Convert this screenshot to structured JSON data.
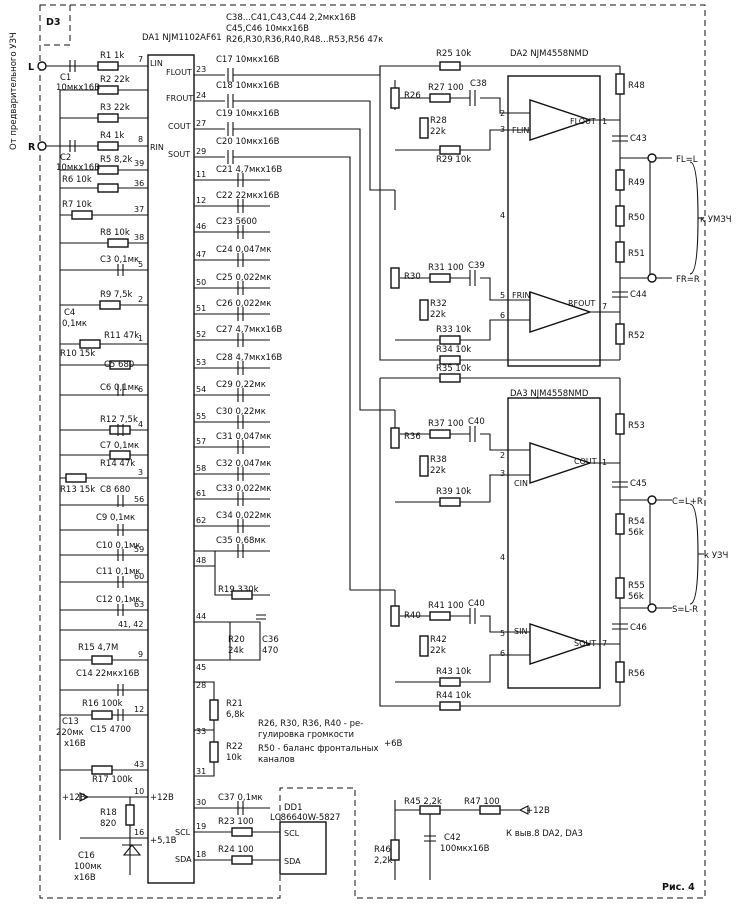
{
  "block": "D3",
  "header": {
    "line1": "C38...C41,C43,C44  2,2мкх16В",
    "line2": "C45,C46  10мкх16В",
    "line3": "R26,R30,R36,R40,R48...R53,R56 47к"
  },
  "ics": {
    "da1": {
      "name": "DA1 NJM1102AF61",
      "pins_left": [
        "LIN",
        "RIN"
      ],
      "pins_right": [
        "FLOUT",
        "FROUT",
        "COUT",
        "SOUT"
      ],
      "pins_bottom": [
        "SCL",
        "SDA"
      ]
    },
    "da2": {
      "name": "DA2 NJM4558NMD"
    },
    "da3": {
      "name": "DA3 NJM4558NMD"
    },
    "dd1": {
      "name": "DD1",
      "part": "LC86640W-5827",
      "pin_scl": "SCL",
      "pin_sda": "SDA"
    }
  },
  "opamps": [
    {
      "in": "FLIN",
      "out": "FLOUT",
      "pin_a": "2",
      "pin_b": "3",
      "pin_out": "1"
    },
    {
      "in": "FRIN",
      "out": "RFOUT",
      "pin_a": "5",
      "pin_b": "6",
      "pin_out": "7"
    },
    {
      "in": "CIN",
      "out": "COUT",
      "pin_a": "2",
      "pin_b": "3",
      "pin_out": "1"
    },
    {
      "in": "SIN",
      "out": "SOUT",
      "pin_a": "5",
      "pin_b": "6",
      "pin_out": "7"
    }
  ],
  "inputs": {
    "side_label": "От предварительного УЗЧ",
    "left": "L",
    "right": "R"
  },
  "left_components": [
    {
      "label": "R1 1k"
    },
    {
      "label": "C1"
    },
    {
      "label": "10мкх16В"
    },
    {
      "label": "R2 22k"
    },
    {
      "label": "R3 22k"
    },
    {
      "label": "R4 1k"
    },
    {
      "label": "C2"
    },
    {
      "label": "10мкх16В"
    },
    {
      "label": "R5 8,2k"
    },
    {
      "label": "R6 10k"
    },
    {
      "label": "R7 10k"
    },
    {
      "label": "R8 10k"
    },
    {
      "label": "C3 0,1мк"
    },
    {
      "label": "R9 7,5k"
    },
    {
      "label": "C4"
    },
    {
      "label": "0,1мк"
    },
    {
      "label": "R11 47k"
    },
    {
      "label": "R10 15k"
    },
    {
      "label": "C5 680"
    },
    {
      "label": "C6 0,1мк"
    },
    {
      "label": "R12 7,5k"
    },
    {
      "label": "C7 0,1мк"
    },
    {
      "label": "R14 47k"
    },
    {
      "label": "R13 15k"
    },
    {
      "label": "C8 680"
    },
    {
      "label": "C9 0,1мк"
    },
    {
      "label": "C10 0,1мк"
    },
    {
      "label": "C11 0,1мк"
    },
    {
      "label": "C12 0,1мк"
    },
    {
      "label": "R15 4,7M"
    },
    {
      "label": "C14 22мкх16В"
    },
    {
      "label": "R16 100k"
    },
    {
      "label": "C13"
    },
    {
      "label": "220мк"
    },
    {
      "label": "х16В"
    },
    {
      "label": "C15 4700"
    },
    {
      "label": "R17 100k"
    },
    {
      "label": "R18"
    },
    {
      "label": "820"
    },
    {
      "label": "C16"
    },
    {
      "label": "100мк"
    },
    {
      "label": "х16В"
    }
  ],
  "da1_left_pins": [
    "7",
    "8",
    "39",
    "36",
    "37",
    "38",
    "5",
    "2",
    "1",
    "6",
    "4",
    "3",
    "56",
    "59",
    "60",
    "63",
    "41, 42",
    "9",
    "12",
    "43",
    "10",
    "16"
  ],
  "da1_right_pins": [
    "23",
    "24",
    "27",
    "29",
    "11",
    "12",
    "46",
    "47",
    "50",
    "51",
    "52",
    "53",
    "54",
    "55",
    "57",
    "58",
    "61",
    "62",
    "48",
    "44",
    "45",
    "28",
    "33",
    "31",
    "30",
    "19",
    "18"
  ],
  "mid_components": [
    {
      "label": "C17 10мкх16В"
    },
    {
      "label": "C18 10мкх16В"
    },
    {
      "label": "C19 10мкх16В"
    },
    {
      "label": "C20 10мкх16В"
    },
    {
      "label": "C21 4,7мкх16В"
    },
    {
      "label": "C22 22мкх16В"
    },
    {
      "label": "C23 5600"
    },
    {
      "label": "C24 0,047мк"
    },
    {
      "label": "C25 0,022мк"
    },
    {
      "label": "C26 0,022мк"
    },
    {
      "label": "C27 4,7мкх16В"
    },
    {
      "label": "C28 4,7мкх16В"
    },
    {
      "label": "C29 0,22мк"
    },
    {
      "label": "C30 0,22мк"
    },
    {
      "label": "C31 0,047мк"
    },
    {
      "label": "C32 0,047мк"
    },
    {
      "label": "C33 0,022мк"
    },
    {
      "label": "C34 0,022мк"
    },
    {
      "label": "C35 0,68мк"
    },
    {
      "label": "R19 330k"
    },
    {
      "label": "R20"
    },
    {
      "label": "24k"
    },
    {
      "label": "C36"
    },
    {
      "label": "470"
    },
    {
      "label": "R21"
    },
    {
      "label": "6,8k"
    },
    {
      "label": "R22"
    },
    {
      "label": "10k"
    },
    {
      "label": "C37 0,1мк"
    },
    {
      "label": "R23 100"
    },
    {
      "label": "R24 100"
    }
  ],
  "right_components": [
    {
      "label": "R25 10k"
    },
    {
      "label": "R26"
    },
    {
      "label": "R27 100"
    },
    {
      "label": "C38"
    },
    {
      "label": "R28"
    },
    {
      "label": "22k"
    },
    {
      "label": "R29 10k"
    },
    {
      "label": "R30"
    },
    {
      "label": "R31 100"
    },
    {
      "label": "C39"
    },
    {
      "label": "R32"
    },
    {
      "label": "22k"
    },
    {
      "label": "R33 10k"
    },
    {
      "label": "R34 10k"
    },
    {
      "label": "R35 10k"
    },
    {
      "label": "R36"
    },
    {
      "label": "R37 100"
    },
    {
      "label": "C40"
    },
    {
      "label": "R38"
    },
    {
      "label": "22k"
    },
    {
      "label": "R39 10k"
    },
    {
      "label": "R40"
    },
    {
      "label": "R41 100"
    },
    {
      "label": "C40"
    },
    {
      "label": "R42"
    },
    {
      "label": "22k"
    },
    {
      "label": "R43 10k"
    },
    {
      "label": "R44 10k"
    },
    {
      "label": "R48"
    },
    {
      "label": "C43"
    },
    {
      "label": "R49"
    },
    {
      "label": "R50"
    },
    {
      "label": "R51"
    },
    {
      "label": "C44"
    },
    {
      "label": "R52"
    },
    {
      "label": "R53"
    },
    {
      "label": "C45"
    },
    {
      "label": "R54"
    },
    {
      "label": "56k"
    },
    {
      "label": "R55"
    },
    {
      "label": "56k"
    },
    {
      "label": "C46"
    },
    {
      "label": "R56"
    },
    {
      "label": "R45 2,2k"
    },
    {
      "label": "R47 100"
    },
    {
      "label": "R46"
    },
    {
      "label": "2,2k"
    },
    {
      "label": "C42"
    },
    {
      "label": "100мкх16В"
    }
  ],
  "outputs": [
    {
      "label": "FL=L"
    },
    {
      "label": "FR=R"
    },
    {
      "label": "C=L+R"
    },
    {
      "label": "S=L-R"
    }
  ],
  "out_groups": {
    "front": "к УМЗЧ",
    "rear": "к УЗЧ"
  },
  "power": {
    "p12_left": "+12В",
    "p12_pin": "+12В",
    "p51": "+5,1В",
    "p6": "+6В",
    "p12_right": "+12В",
    "feed": "К выв.8 DA2, DA3"
  },
  "ic_pin4": "4",
  "notes": {
    "n1": "R26, R30, R36, R40 - ре-",
    "n2": "гулировка громкости",
    "n3": "R50 - баланс фронтальных",
    "n4": "каналов"
  },
  "figure": "Рис. 4"
}
